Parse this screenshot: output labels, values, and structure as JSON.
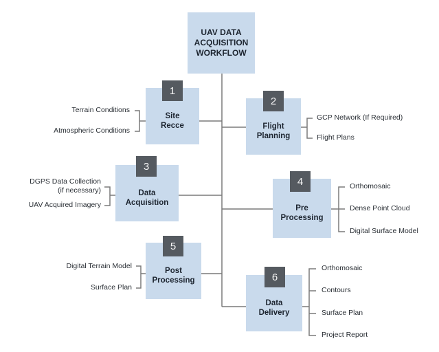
{
  "title": "UAV DATA\nACQUISITION\nWORKFLOW",
  "steps": [
    {
      "number": "1",
      "label": "Site\nRecce",
      "items": [
        "Terrain Conditions",
        "Atmospheric Conditions"
      ]
    },
    {
      "number": "2",
      "label": "Flight\nPlanning",
      "items": [
        "GCP Network (If Required)",
        "Flight Plans"
      ]
    },
    {
      "number": "3",
      "label": "Data\nAcquisition",
      "items": [
        "DGPS Data Collection\n(if necessary)",
        "UAV Acquired Imagery"
      ]
    },
    {
      "number": "4",
      "label": "Pre\nProcessing",
      "items": [
        "Orthomosaic",
        "Dense Point Cloud",
        "Digital Surface Model"
      ]
    },
    {
      "number": "5",
      "label": "Post\nProcessing",
      "items": [
        "Digital Terrain Model",
        "Surface Plan"
      ]
    },
    {
      "number": "6",
      "label": "Data\nDelivery",
      "items": [
        "Orthomosaic",
        "Contours",
        "Surface Plan",
        "Project Report"
      ]
    }
  ],
  "colors": {
    "box_fill": "#c9daec",
    "badge_fill": "#555a60",
    "line": "#7a7a7a"
  }
}
